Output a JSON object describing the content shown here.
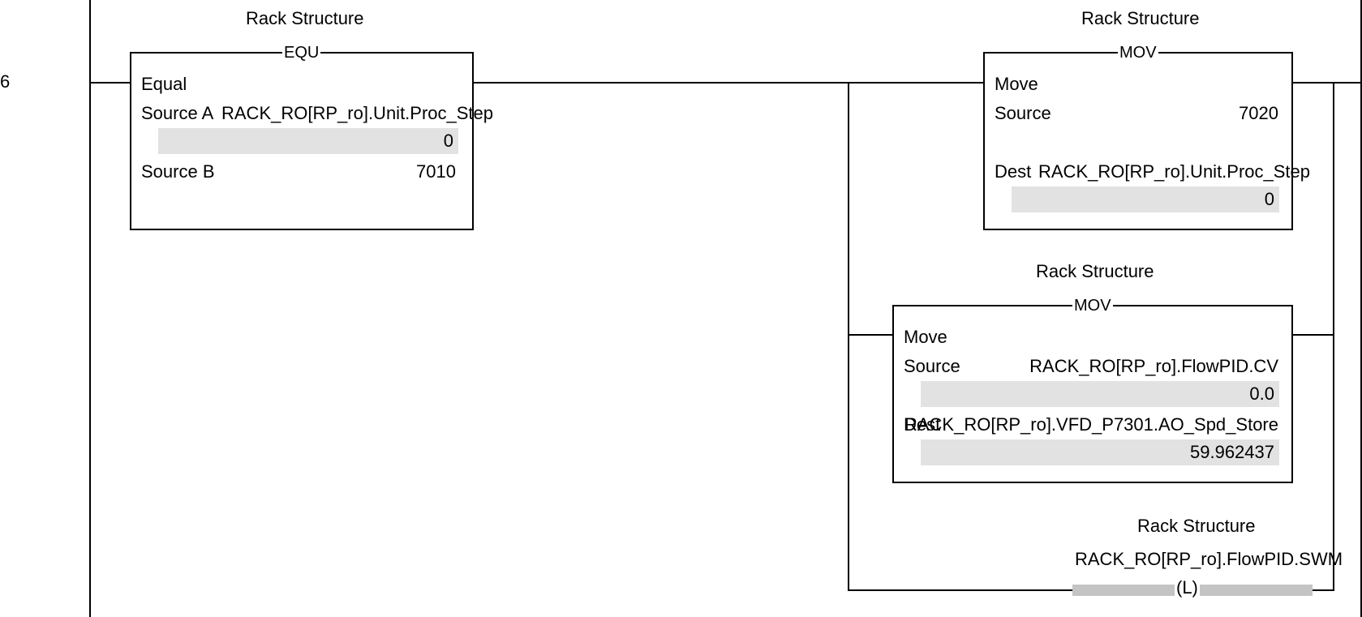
{
  "rung": {
    "number": "6"
  },
  "equ": {
    "title": "Rack Structure",
    "mnemonic": "EQU",
    "name": "Equal",
    "source_a_label": "Source A",
    "source_a_tag": "RACK_RO[RP_ro].Unit.Proc_Step",
    "source_a_value": "0",
    "source_b_label": "Source B",
    "source_b_value": "7010"
  },
  "mov1": {
    "title": "Rack Structure",
    "mnemonic": "MOV",
    "name": "Move",
    "source_label": "Source",
    "source_value": "7020",
    "dest_label": "Dest",
    "dest_tag": "RACK_RO[RP_ro].Unit.Proc_Step",
    "dest_value": "0"
  },
  "mov2": {
    "title": "Rack Structure",
    "mnemonic": "MOV",
    "name": "Move",
    "source_label": "Source",
    "source_tag": "RACK_RO[RP_ro].FlowPID.CV",
    "source_value": "0.0",
    "dest_label": "Dest",
    "dest_tag": "RACK_RO[RP_ro].VFD_P7301.AO_Spd_Store",
    "dest_value": "59.962437"
  },
  "otl": {
    "title": "Rack Structure",
    "tag": "RACK_RO[RP_ro].FlowPID.SWM",
    "symbol": "(L)"
  }
}
